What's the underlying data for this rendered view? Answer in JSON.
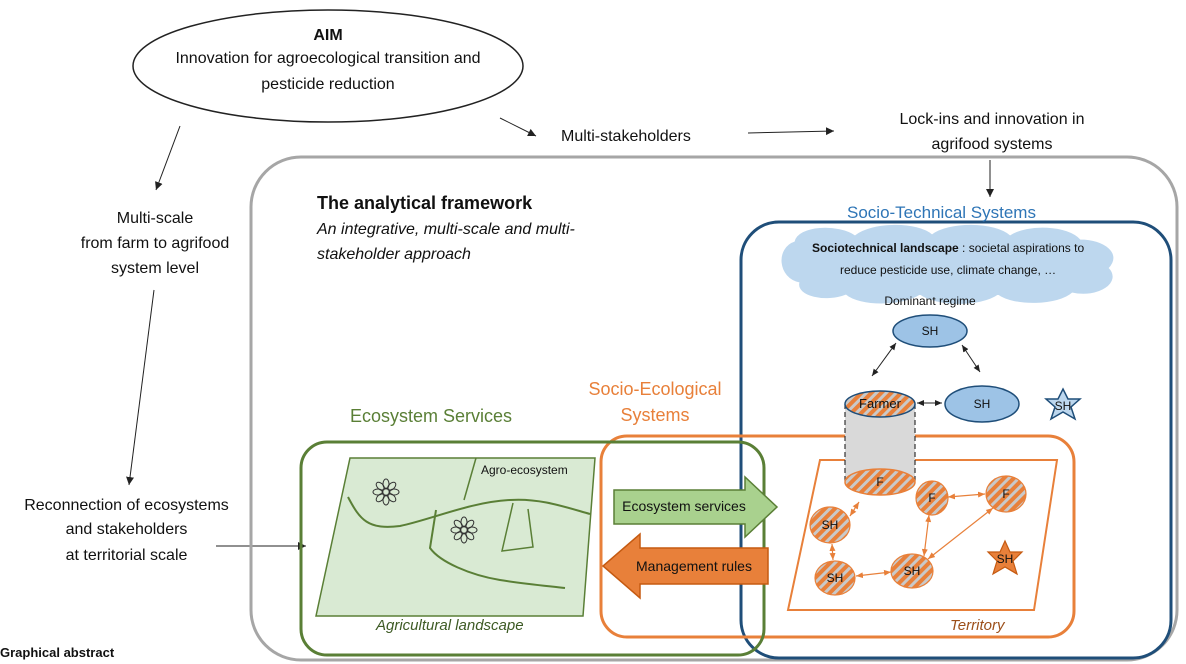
{
  "aim": {
    "heading": "AIM",
    "line1": "Innovation for agroecological transition and",
    "line2": "pesticide reduction"
  },
  "multi_stakeholders": "Multi-stakeholders",
  "lockins": {
    "line1": "Lock-ins and innovation in",
    "line2": "agrifood systems"
  },
  "multiscale": {
    "line1": "Multi-scale",
    "line2": "from farm to agrifood",
    "line3": "system level"
  },
  "reconnection": {
    "line1": "Reconnection of ecosystems",
    "line2": "and stakeholders",
    "line3": "at territorial scale"
  },
  "framework": {
    "title": "The analytical framework",
    "subtitle1": "An integrative, multi-scale and multi-",
    "subtitle2": "stakeholder approach"
  },
  "sts": {
    "title": "Socio-Technical Systems",
    "landscape_bold": "Sociotechnical landscape",
    "landscape_rest": " : societal aspirations to",
    "landscape_line2": "reduce pesticide use, climate change, …",
    "dominant_regime": "Dominant regime"
  },
  "ses": {
    "title1": "Socio-Ecological",
    "title2": "Systems"
  },
  "es": {
    "title": "Ecosystem Services"
  },
  "agro_ecosystem": "Agro-ecosystem",
  "agricultural_landscape": "Agricultural landscape",
  "territory": "Territory",
  "arrows": {
    "ecosystem_services": "Ecosystem services",
    "management_rules": "Management rules"
  },
  "nodes": {
    "farmer": "Farmer",
    "f": "F",
    "sh": "SH"
  },
  "footer": "Graphical abstract",
  "colors": {
    "green": "#5a7f36",
    "orange": "#e8803a",
    "blue": "#1f4e79",
    "blue_title": "#2e75b6",
    "light_blue": "#9dc3e6",
    "cloud": "#bdd7ee",
    "light_green": "#d9ead3",
    "grey": "#a6a6a6"
  }
}
